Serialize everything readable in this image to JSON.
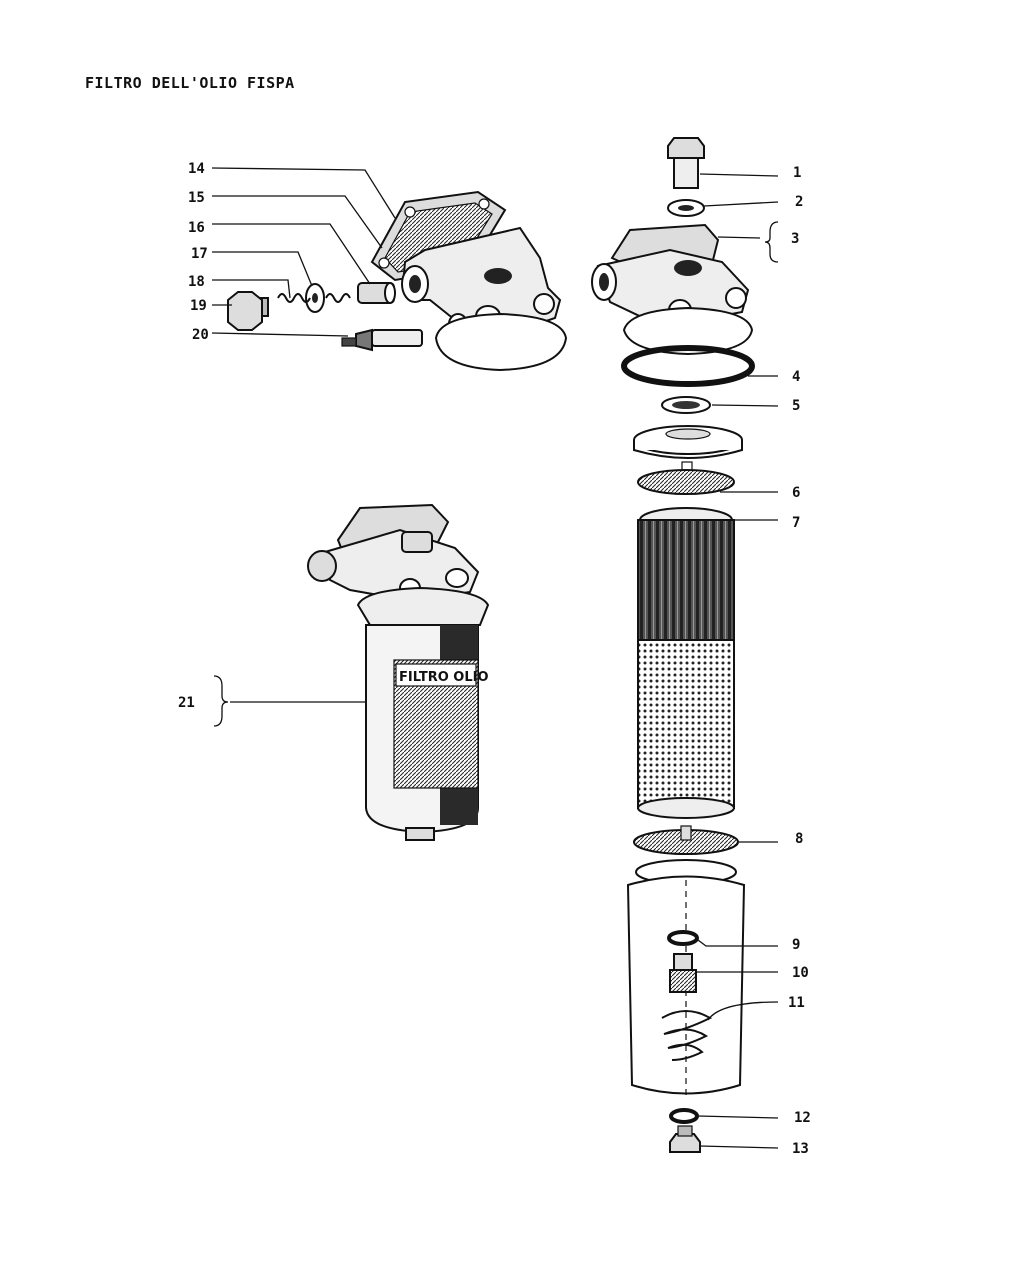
{
  "title": "FILTRO DELL'OLIO FISPA",
  "part_numbers": [
    "1",
    "2",
    "3",
    "4",
    "5",
    "6",
    "7",
    "8",
    "9",
    "10",
    "11",
    "12",
    "13",
    "14",
    "15",
    "16",
    "17",
    "18",
    "19",
    "20",
    "21"
  ],
  "canister_text": "FILTRO OLIO",
  "colors": {
    "ink": "#111111",
    "paper": "#ffffff",
    "shade": "#3a3a3a"
  }
}
